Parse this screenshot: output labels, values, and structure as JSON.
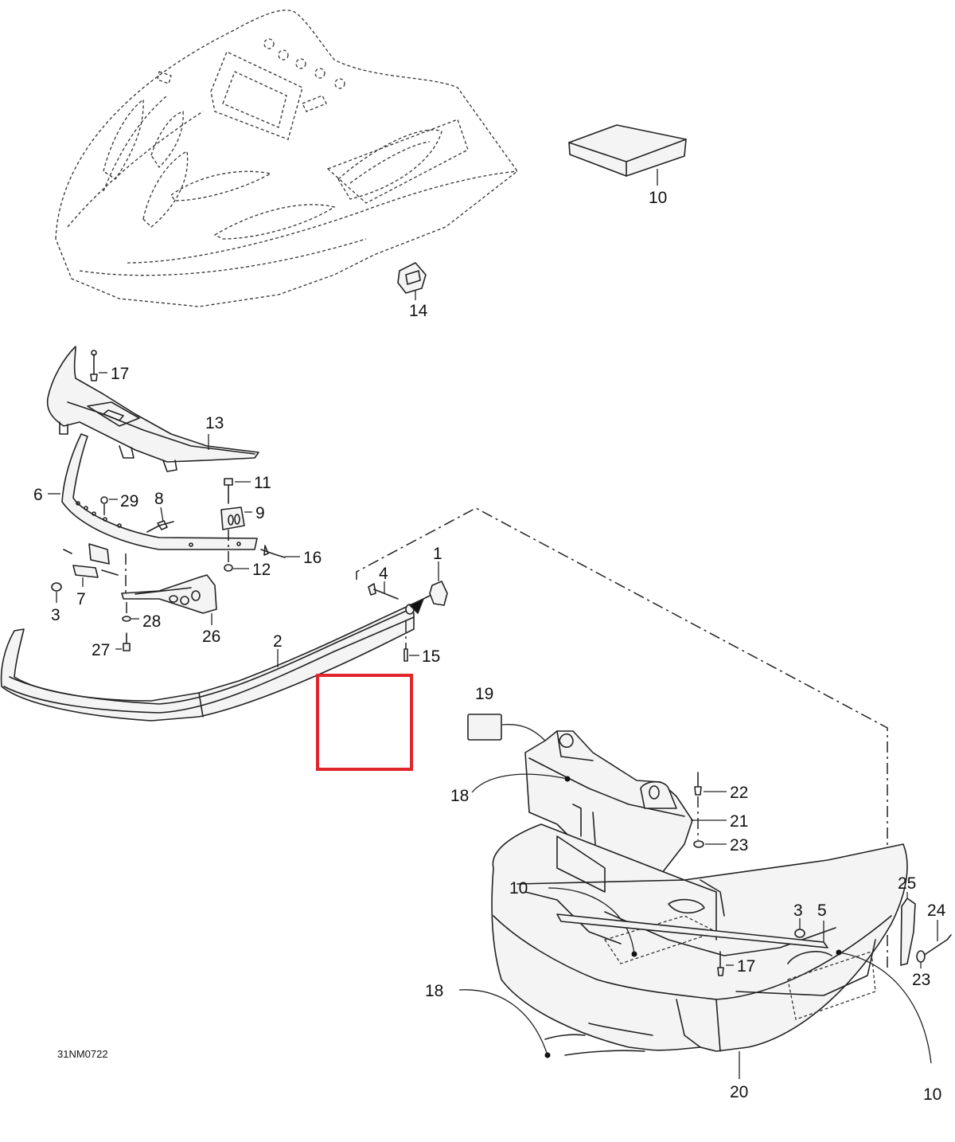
{
  "diagram_code": "31NM0722",
  "highlight_color": "#e0262b",
  "callouts": {
    "c10_top": "10",
    "c14": "14",
    "c17_top": "17",
    "c13": "13",
    "c6": "6",
    "c29": "29",
    "c8": "8",
    "c11": "11",
    "c9": "9",
    "c16": "16",
    "c12": "12",
    "c7": "7",
    "c3_left": "3",
    "c28": "28",
    "c26": "26",
    "c27": "27",
    "c2": "2",
    "c4": "4",
    "c1": "1",
    "c15": "15",
    "c19": "19",
    "c18_mid": "18",
    "c22": "22",
    "c21": "21",
    "c23_mid": "23",
    "c10_mid": "10",
    "c3_right": "3",
    "c5": "5",
    "c25": "25",
    "c24": "24",
    "c17_bottom": "17",
    "c23_right": "23",
    "c18_bottom": "18",
    "c20": "20",
    "c10_bottom": "10"
  }
}
